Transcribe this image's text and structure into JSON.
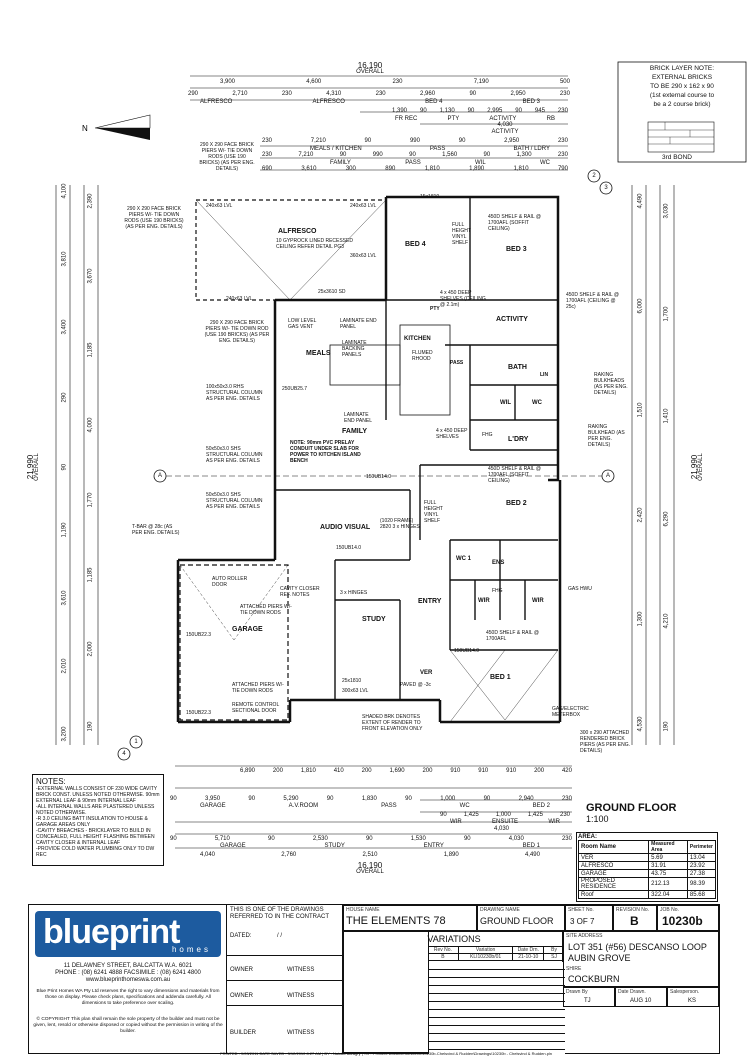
{
  "brick_note": {
    "lines": [
      "BRICK LAYER NOTE:",
      "EXTERNAL BRICKS",
      "TO BE 290 x 162 x 90",
      "(1st external course to",
      "be a 2 course brick)"
    ],
    "bond": "3rd BOND"
  },
  "top_dims": {
    "overall": "16,190",
    "overall_label": "OVERALL",
    "row2": [
      "3,900",
      "4,600",
      "230",
      "7,190",
      "500"
    ],
    "row3": [
      "290",
      "2,710",
      "230",
      "4,310",
      "230",
      "2,960",
      "90",
      "2,950",
      "230"
    ],
    "row3_labels": [
      "ALFRESCO",
      "ALFRESCO",
      "BED 4",
      "BED 3"
    ],
    "row4": [
      "1,390",
      "90",
      "1,130",
      "90",
      "2,995",
      "90",
      "945",
      "230"
    ],
    "row4_labels": [
      "FR REC",
      "PTY",
      "ACTIVITY",
      "RB"
    ],
    "row5": [
      "4,030"
    ],
    "row5_labels": [
      "ACTIVITY"
    ],
    "row6": [
      "230",
      "7,210",
      "90",
      "990",
      "90",
      "2,950",
      "230"
    ],
    "row6_labels": [
      "MEALS / KITCHEN",
      "PASS",
      "BATH / LDRY"
    ],
    "row7": [
      "230",
      "7,210",
      "90",
      "990",
      "90",
      "1,560",
      "90",
      "1,300",
      "230"
    ],
    "row7_labels": [
      "FAMILY",
      "PASS",
      "WIL",
      "WC"
    ],
    "row8": [
      "690",
      "3,610",
      "300",
      "890",
      "1,810",
      "1,890",
      "1,810",
      "790"
    ]
  },
  "bottom_dims": {
    "row1": [
      "6,890",
      "200",
      "1,810",
      "410",
      "200",
      "1,690",
      "200",
      "910",
      "910",
      "910",
      "200",
      "420"
    ],
    "row2": [
      "90",
      "3,950",
      "90",
      "5,290",
      "90",
      "1,830",
      "90",
      "1,000",
      "90",
      "2,940",
      "230"
    ],
    "row2_labels": [
      "GARAGE",
      "A.V.ROOM",
      "PASS",
      "WC",
      "BED 2"
    ],
    "row3": [
      "90",
      "1,425",
      "1,000",
      "1,425",
      "230"
    ],
    "row3_labels": [
      "WIR",
      "ENSUITE",
      "WIR"
    ],
    "row4": [
      "4,030"
    ],
    "row5": [
      "90",
      "5,710",
      "90",
      "2,530",
      "90",
      "1,530",
      "90",
      "4,030",
      "230"
    ],
    "row5_labels": [
      "GARAGE",
      "STUDY",
      "ENTRY",
      "BED 1"
    ],
    "row6": [
      "4,040",
      "2,760",
      "2,510",
      "1,890",
      "4,490"
    ],
    "overall": "16,190",
    "overall_label": "OVERALL"
  },
  "side_dims": {
    "left_overall": "21,990",
    "left_overall_label": "OVERALL",
    "right_overall": "21,990",
    "right_overall_label": "OVERALL",
    "left": [
      "4,100",
      "3,810",
      "3,400",
      "290",
      "90",
      "1,190",
      "3,610",
      "2,010",
      "3,200",
      "2,390",
      "3,670",
      "1,185",
      "4,000",
      "1,770",
      "1,185",
      "2,000",
      "190"
    ],
    "right": [
      "4,490",
      "6,000",
      "1,510",
      "2,420",
      "1,300",
      "4,530",
      "3,030",
      "1,700",
      "1,410",
      "6,290",
      "4,210",
      "190"
    ]
  },
  "rooms": {
    "alfresco": "ALFRESCO",
    "bed4": "BED 4",
    "bed3": "BED 3",
    "activity": "ACTIVITY",
    "meals": "MEALS",
    "kitchen": "KITCHEN",
    "bath": "BATH",
    "wil": "WIL",
    "wc": "WC",
    "ldry": "L'DRY",
    "family": "FAMILY",
    "bed2": "BED 2",
    "audio_visual": "AUDIO VISUAL",
    "wc1": "WC 1",
    "ens": "ENS",
    "wir_l": "WIR",
    "wir_r": "WIR",
    "entry": "ENTRY",
    "study": "STUDY",
    "garage": "GARAGE",
    "bed1": "BED 1",
    "pass": "PASS",
    "ver": "VER",
    "pty": "PTY",
    "lin": "LIN"
  },
  "annotations": {
    "brick_piers_top": "290 X 290 FACE BRICK PIERS W/- TIE DOWN RODS (USE 190 BRICKS) (AS PER ENG. DETAILS)",
    "brick_piers_left": "290 X 290 FACE BRICK PIERS W/- TIE DOWN RODS (USE 190 BRICKS) (AS PER ENG. DETAILS)",
    "brick_piers_mid": "290 X 290 FACE BRICK PIERS W/- TIE DOWN ROD (USE 190 BRICKS) (AS PER ENG. DETAILS)",
    "gyprock": "10 GYPROCK LINED RECESSED CEILING REFER DETAIL PG3",
    "low_gas": "LOW LEVEL GAS VENT",
    "rhs_column": "100x50x3.0 RHS STRUCTURAL COLUMN AS PER ENG. DETAILS",
    "shs_column1": "50x50x3.0 SHS STRUCTURAL COLUMN AS PER ENG. DETAILS",
    "shs_column2": "50x50x3.0 SHS STRUCTURAL COLUMN AS PER ENG. DETAILS",
    "tbar": "T-BAR @ 28c (AS PER ENG. DETAILS)",
    "auto_door": "AUTO ROLLER DOOR",
    "cavity_closer": "CAVITY CLOSER REF. NOTES",
    "attached_piers1": "ATTACHED PIERS W/- TIE DOWN RODS",
    "attached_piers2": "ATTACHED PIERS W/- TIE DOWN RODS",
    "remote_control": "REMOTE CONTROL SECTIONAL DOOR",
    "shaded_note": "SHADED BRK DENOTES EXTENT OF RENDER TO FRONT ELEVATION ONLY",
    "conduit_note": "NOTE: 90mm PVC PRELAY CONDUIT UNDER SLAB FOR POWER TO KITCHEN ISLAND BENCH",
    "laminate_end1": "LAMINATE END PANEL",
    "laminate_back": "LAMINATE BACKING PANELS",
    "laminate_end2": "LAMINATE END PANEL",
    "shelves1": "450D SHELF & RAIL @ 1700AFL (SOFFIT CEILING)",
    "shelves2": "4 x 450 DEEP SHELVES (CEILING @ 2.1m)",
    "shelves3": "450D SHELF & RAIL @ 1700AFL (CEILING @ 25c)",
    "shelves4": "4 x 450 DEEP SHELVES",
    "shelves5": "450D SHELF & RAIL @ 1700AFL (SOFFIT CEILING)",
    "shelves6": "450D SHELF & RAIL @ 1700AFL",
    "raking1": "RAKING BULKHEADS (AS PER ENG. DETAILS)",
    "raking2": "RAKING BULKHEAD (AS PER ENG. DETAILS)",
    "gas_hwu": "GAS HWU",
    "meterbox": "GAS/ELECTRIC METERBOX",
    "attached_render": "300 x 290 ATTACHED RENDERED BRICK PIERS (AS PER ENG. DETAILS)",
    "frame": "(1020 FRAME) 2820 3 x HINGES",
    "hinges": "3 x HINGES",
    "paved": "PAVED @ -3c",
    "lintel1": "240x63 LVL",
    "lintel2": "240x63 LVL",
    "lintel3": "360x63 LVL",
    "lintel4": "240x63 LVL",
    "lintel5": "25x3610 SD",
    "lintel6": "250UB25.7",
    "lintel7": "150UB14.0",
    "lintel8": "150UB14.0",
    "lintel9": "150UB14.0",
    "lintel10": "150UB22.3",
    "lintel11": "150UB22.3",
    "lintel12": "25x1810",
    "lintel13": "300x63 LVL",
    "lintel14": "15x1810",
    "flumed": "FLUMED RHOOD",
    "full_height1": "FULL HEIGHT VINYL SHELF",
    "full_height2": "FULL HEIGHT VINYL SHELF",
    "fhg1": "FHG",
    "fhg2": "FHG"
  },
  "section_markers": {
    "m1": "1",
    "m2": "2",
    "m3": "3",
    "m4": "4",
    "a_left": "A",
    "a_right": "A"
  },
  "notes": {
    "title": "NOTES:",
    "items": [
      "-EXTERNAL WALLS CONSIST OF 230 WIDE CAVITY BRICK CONST. UNLESS NOTED OTHERWISE. 90mm EXTERNAL LEAF & 90mm INTERNAL LEAF",
      "-ALL INTERNAL WALLS ARE PLASTERED UNLESS NOTED OTHERWISE.",
      "-R 3.0 CEILING BATT INSULATION TO HOUSE & GARAGE AREAS ONLY",
      "-CAVITY BREACHES - BRICKLAYER TO BUILD IN CONCEALED, FULL HEIGHT FLASHING BETWEEN CAVITY CLOSER & INTERNAL LEAF",
      "-PROVIDE COLD WATER PLUMBING ONLY TO DW REC"
    ]
  },
  "floor_title": {
    "name": "GROUND FLOOR",
    "scale": "1:100"
  },
  "area_table": {
    "title": "AREA:",
    "headers": [
      "Room Name",
      "Measured Area",
      "Perimeter"
    ],
    "rows": [
      [
        "VER",
        "5.69",
        "13.04"
      ],
      [
        "ALFRESCO",
        "31.91",
        "23.92"
      ],
      [
        "GARAGE",
        "43.75",
        "27.38"
      ],
      [
        "PROPOSED RESIDENCE",
        "212.13",
        "98.39"
      ],
      [
        "Roof",
        "322.04",
        "85.68"
      ]
    ]
  },
  "title_block": {
    "logo_main": "blueprint",
    "logo_sub": "homes",
    "address": "11 DELAWNEY STREET, BALCATTA W.A. 6021",
    "phone": "PHONE : (08) 6241 4888  FACSIMILE : (08) 6241 4800",
    "web": "www.blueprinthomeswa.com.au",
    "disclaimer": "Blue Print Homes WA Pty Ltd reserves the right to vary dimensions and materials from those on display. Please check plans, specifications and addenda carefully. All dimensions to take preference over scaling.",
    "copyright": "© COPYRIGHT This plan shall remain the sole property of the builder and must not be given, lent, resold or otherwise disposed or copied without the permission in writing of the builder.",
    "contract_ref": "THIS IS ONE OF THE DRAWINGS REFERRED TO IN THE CONTRACT",
    "dated_label": "DATED:",
    "dated_value": "/          /",
    "owner1": "OWNER",
    "witness1": "WITNESS",
    "owner2": "OWNER",
    "witness2": "WITNESS",
    "builder": "BUILDER",
    "witness3": "WITNESS",
    "house_name_label": "HOUSE NAME",
    "house_name": "THE ELEMENTS 78",
    "drawing_name_label": "DRAWING NAME",
    "drawing_name": "GROUND FLOOR",
    "sheet_label": "SHEET No.",
    "sheet": "3 OF 7",
    "revision_label": "REVISION No.",
    "revision": "B",
    "job_label": "JOB No.",
    "job": "10230b",
    "variations_title": "VARIATIONS",
    "var_headers": [
      "Rev No.",
      "Variation",
      "Date Drn.",
      "By"
    ],
    "var_row": [
      "B",
      "KLI10230b/01",
      "21-10-10",
      "SJ"
    ],
    "site_label": "SITE ADDRESS",
    "site_line1": "LOT 351 (#56) DESCANSO LOOP",
    "site_line2": "AUBIN GROVE",
    "shire_label": "SHIRE",
    "shire": "COCKBURN",
    "drawn_label": "Drawn By",
    "drawn": "TJ",
    "date_label": "Date Drawn.",
    "date": "AUG 10",
    "sales_label": "Salesperson.",
    "sales": "KS",
    "printed": "PRINTED : 9/03/2011 DATE SAVED : 3/12/2010 8:27 AM | BY : Natalia Baragry | TO : F:\\Client Documents\\10200\\10230b-Chelsvind & Rudden\\Drawings\\10230b - Chelsvind & Rudden.pln"
  }
}
